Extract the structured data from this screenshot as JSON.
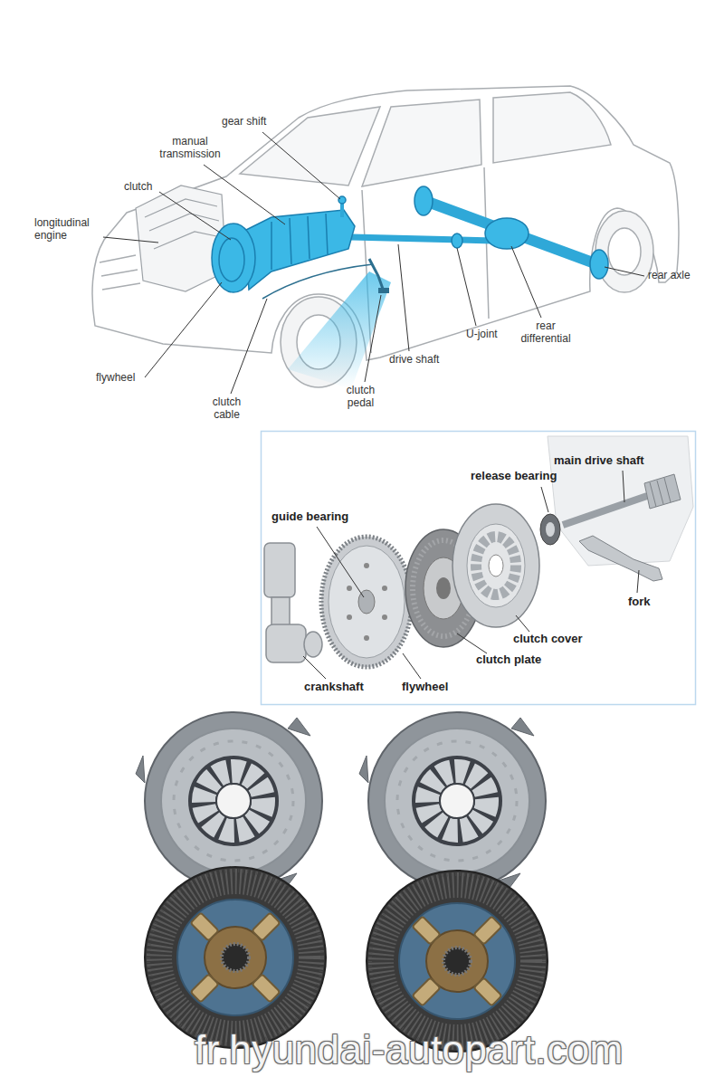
{
  "diagram": {
    "labels": [
      "gear shift",
      "manual transmission",
      "clutch",
      "longitudinal engine",
      "rear axle",
      "rear differential",
      "U-joint",
      "drive shaft",
      "flywheel",
      "clutch cable",
      "clutch pedal",
      "main drive shaft",
      "release bearing",
      "guide bearing",
      "fork",
      "clutch cover",
      "clutch plate",
      "crankshaft",
      "flywheel",
      "fr.hyundai-autopart.com"
    ]
  }
}
